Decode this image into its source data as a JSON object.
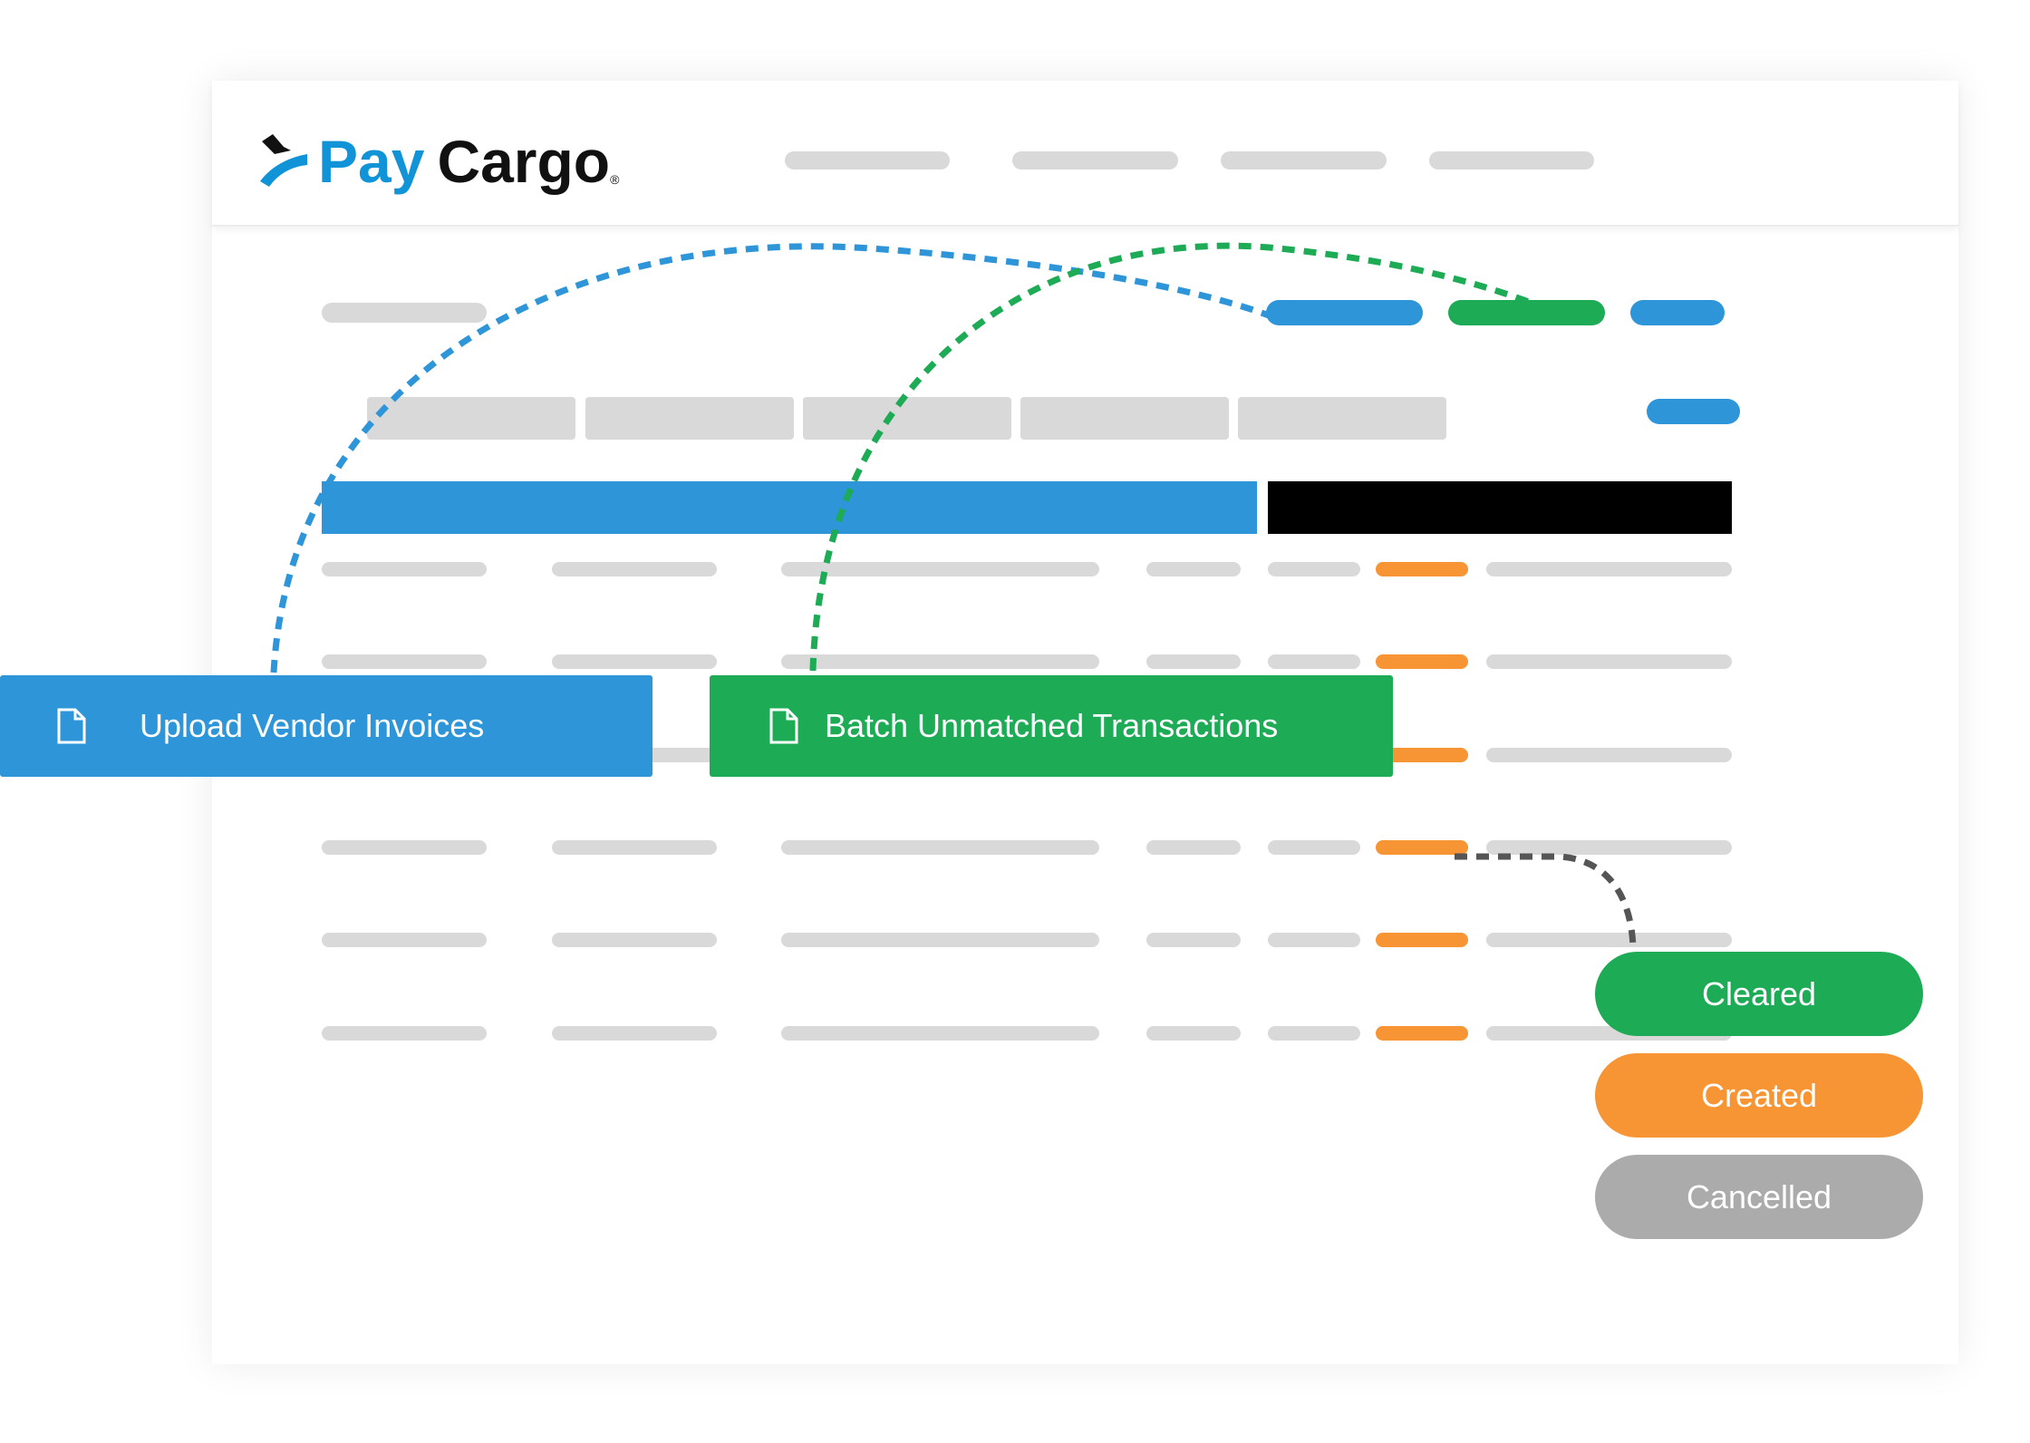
{
  "brand": {
    "pay": "Pay",
    "cargo": "Cargo",
    "reg": "®"
  },
  "actions": {
    "upload": "Upload Vendor Invoices",
    "batch": "Batch Unmatched Transactions"
  },
  "statuses": [
    {
      "label": "Cleared",
      "color": "#1dab56"
    },
    {
      "label": "Created",
      "color": "#f79433"
    },
    {
      "label": "Cancelled",
      "color": "#ababab"
    }
  ],
  "colors": {
    "blue": "#2d95d8",
    "green": "#1dab56",
    "orange": "#f79433",
    "gray": "#d9d9d9",
    "black": "#000000"
  }
}
